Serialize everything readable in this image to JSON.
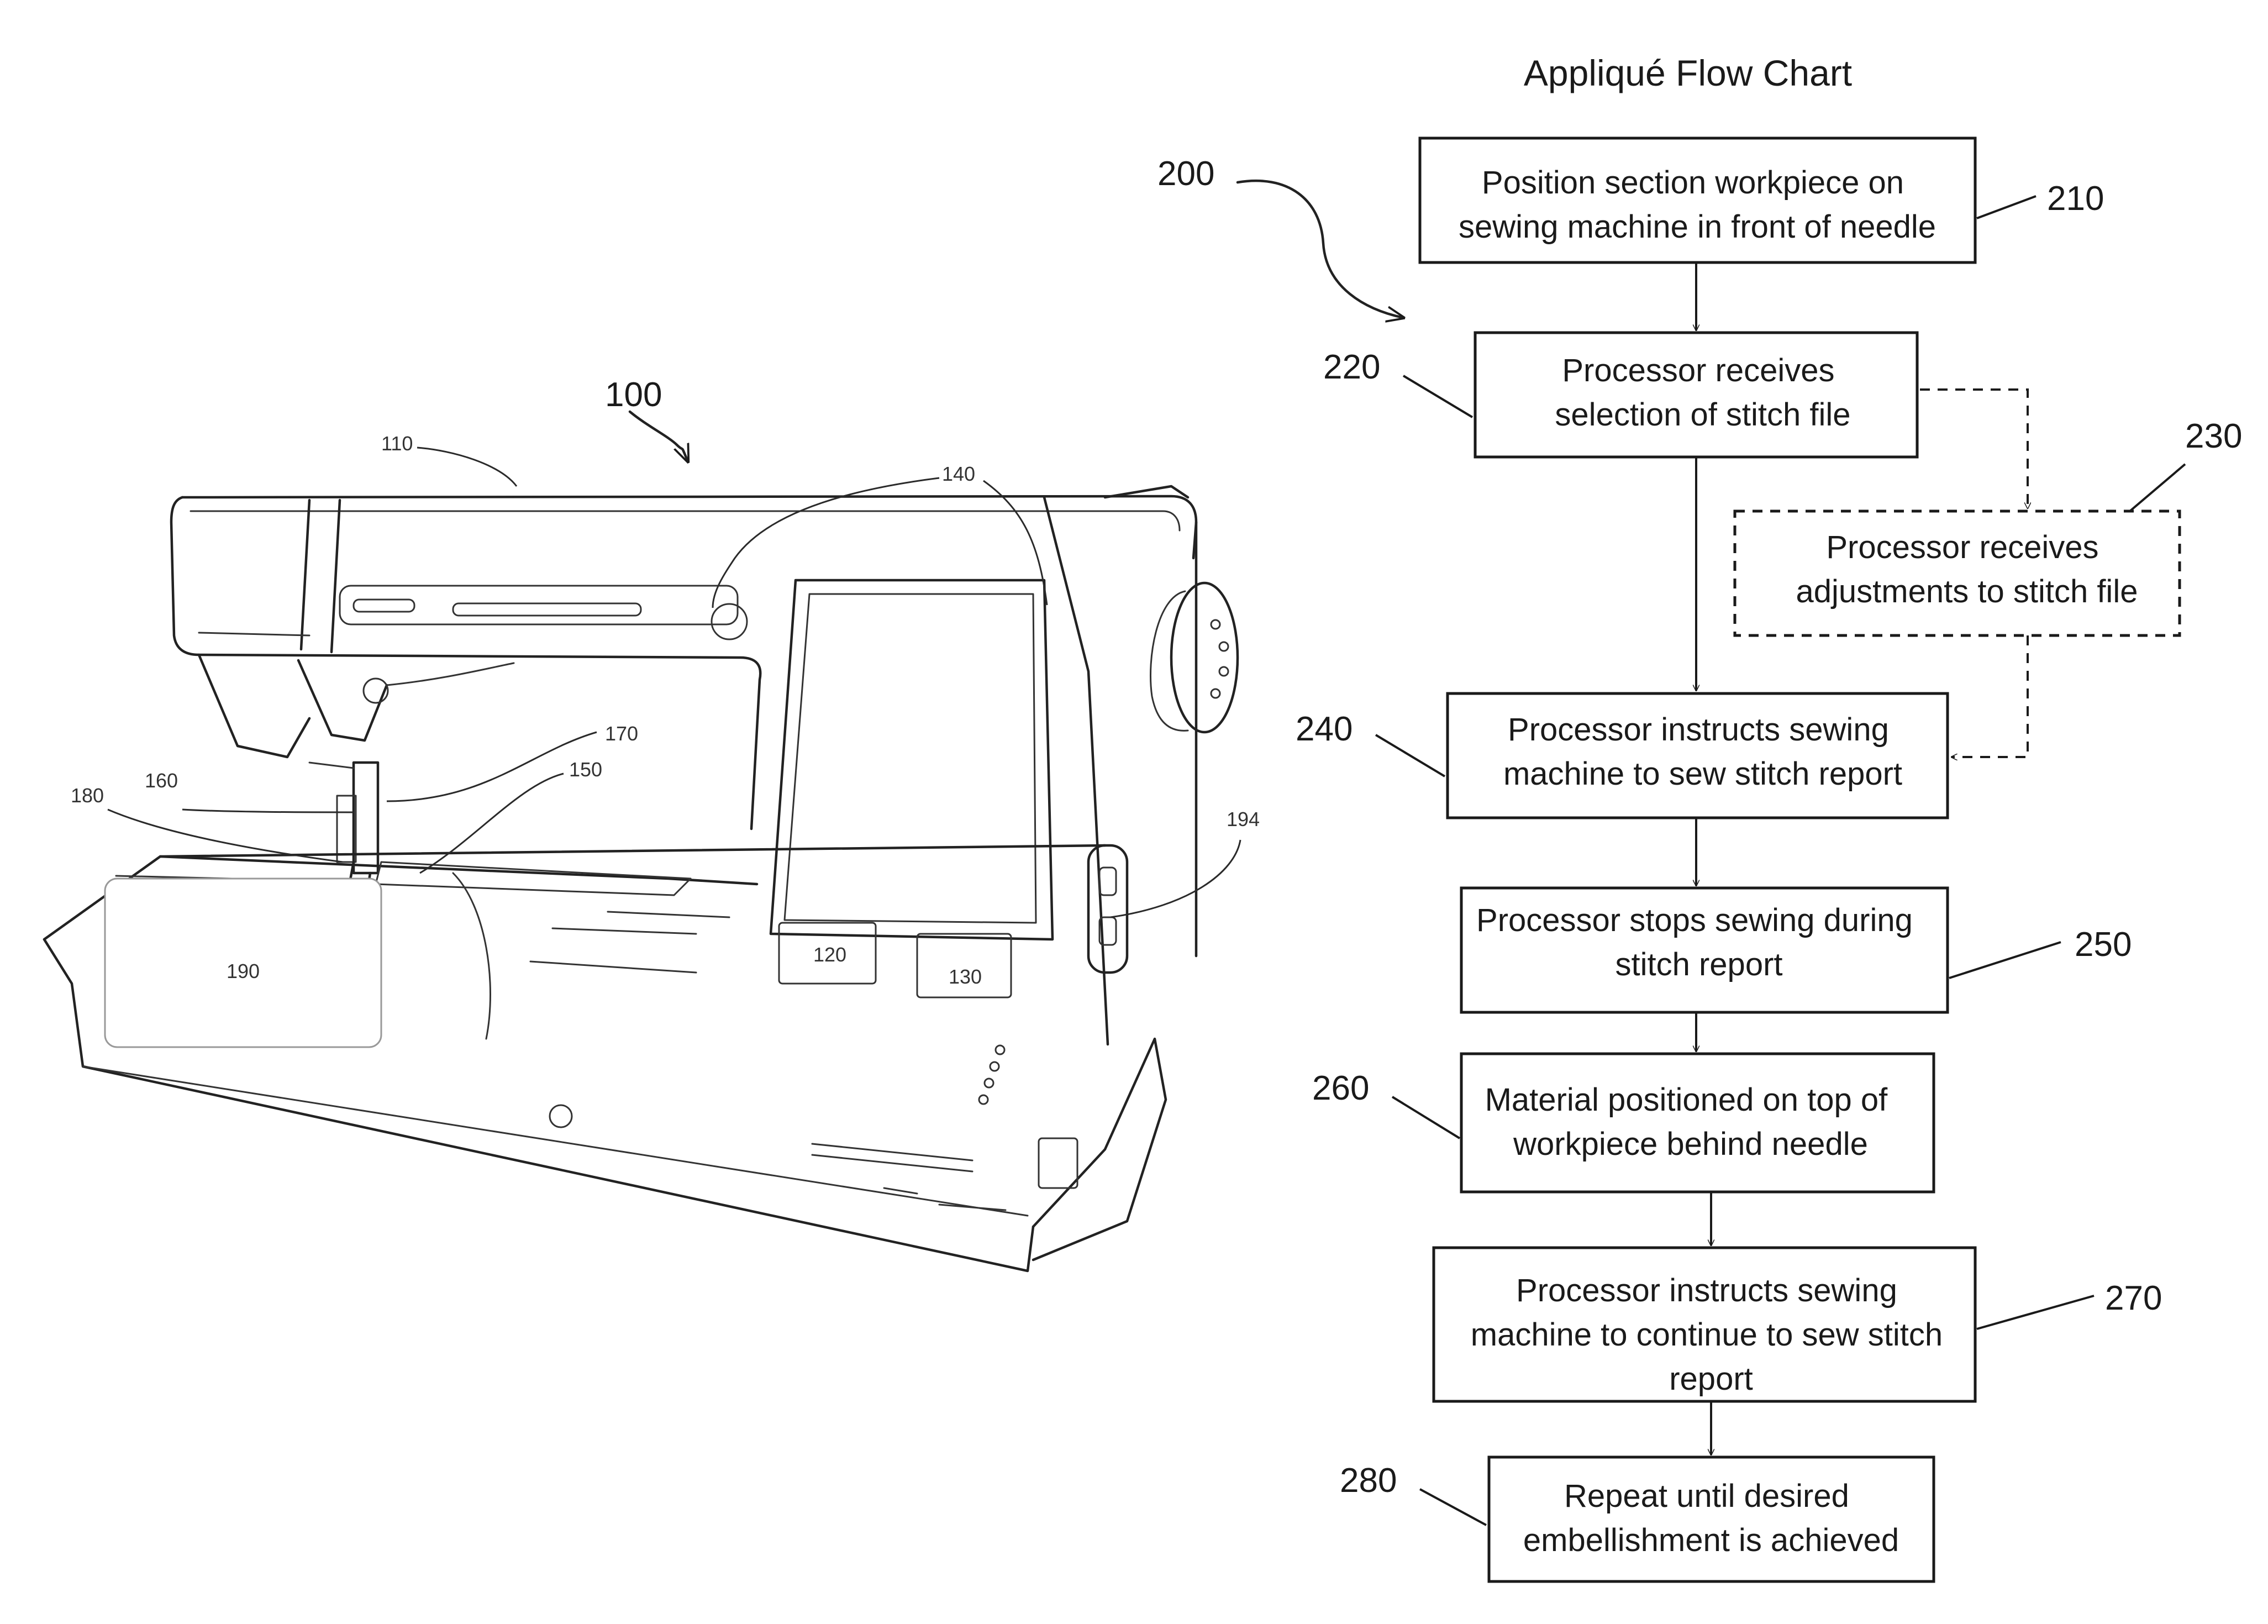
{
  "title": "Appliqué Flow Chart",
  "flow_ref": "200",
  "steps": [
    {
      "ref": "210",
      "lines": [
        "Position section workpiece on",
        "sewing machine in front of needle"
      ]
    },
    {
      "ref": "220",
      "lines": [
        "Processor receives",
        "selection of stitch file"
      ]
    },
    {
      "ref": "230",
      "lines": [
        "Processor receives",
        "adjustments to stitch file"
      ]
    },
    {
      "ref": "240",
      "lines": [
        "Processor instructs sewing",
        "machine to sew stitch report"
      ]
    },
    {
      "ref": "250",
      "lines": [
        "Processor stops sewing during",
        "stitch report"
      ]
    },
    {
      "ref": "260",
      "lines": [
        "Material positioned on top of",
        "workpiece behind needle"
      ]
    },
    {
      "ref": "270",
      "lines": [
        "Processor instructs sewing",
        "machine to continue to sew stitch",
        "report"
      ]
    },
    {
      "ref": "280",
      "lines": [
        "Repeat until desired",
        "embellishment is achieved"
      ]
    }
  ],
  "machine": {
    "ref": "100",
    "labels": {
      "l110": "110",
      "l140": "140",
      "l170": "170",
      "l150": "150",
      "l160": "160",
      "l180": "180",
      "l194": "194",
      "l120": "120",
      "l130": "130",
      "l190": "190"
    }
  }
}
